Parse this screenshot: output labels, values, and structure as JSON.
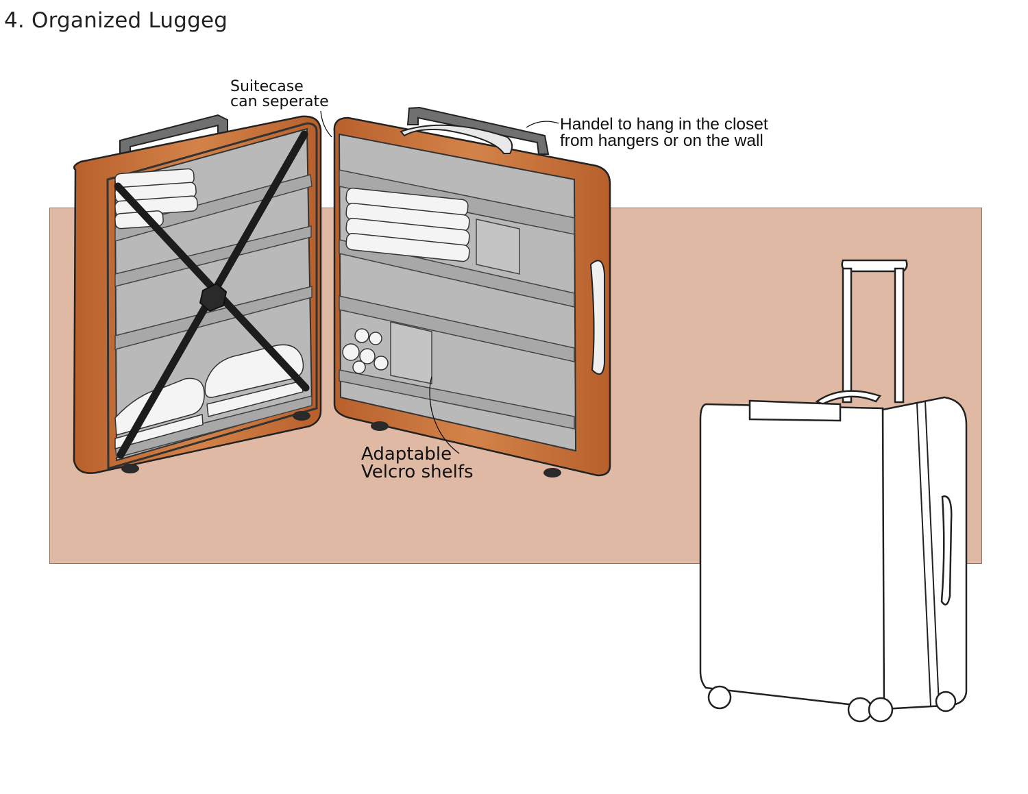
{
  "title": "4. Organized Luggeg",
  "colors": {
    "backdrop": "#dfb9a3",
    "shell_orange": "#c8703a",
    "interior_gray": "#b9b9b9",
    "strap_black": "#1c1c1c"
  },
  "annotations": {
    "separate": [
      "Suitecase",
      "can seperate"
    ],
    "handle": [
      "Handel to hang in the closet",
      "from hangers or on the wall"
    ],
    "shelves": [
      "Adaptable",
      "Velcro shelfs"
    ]
  }
}
